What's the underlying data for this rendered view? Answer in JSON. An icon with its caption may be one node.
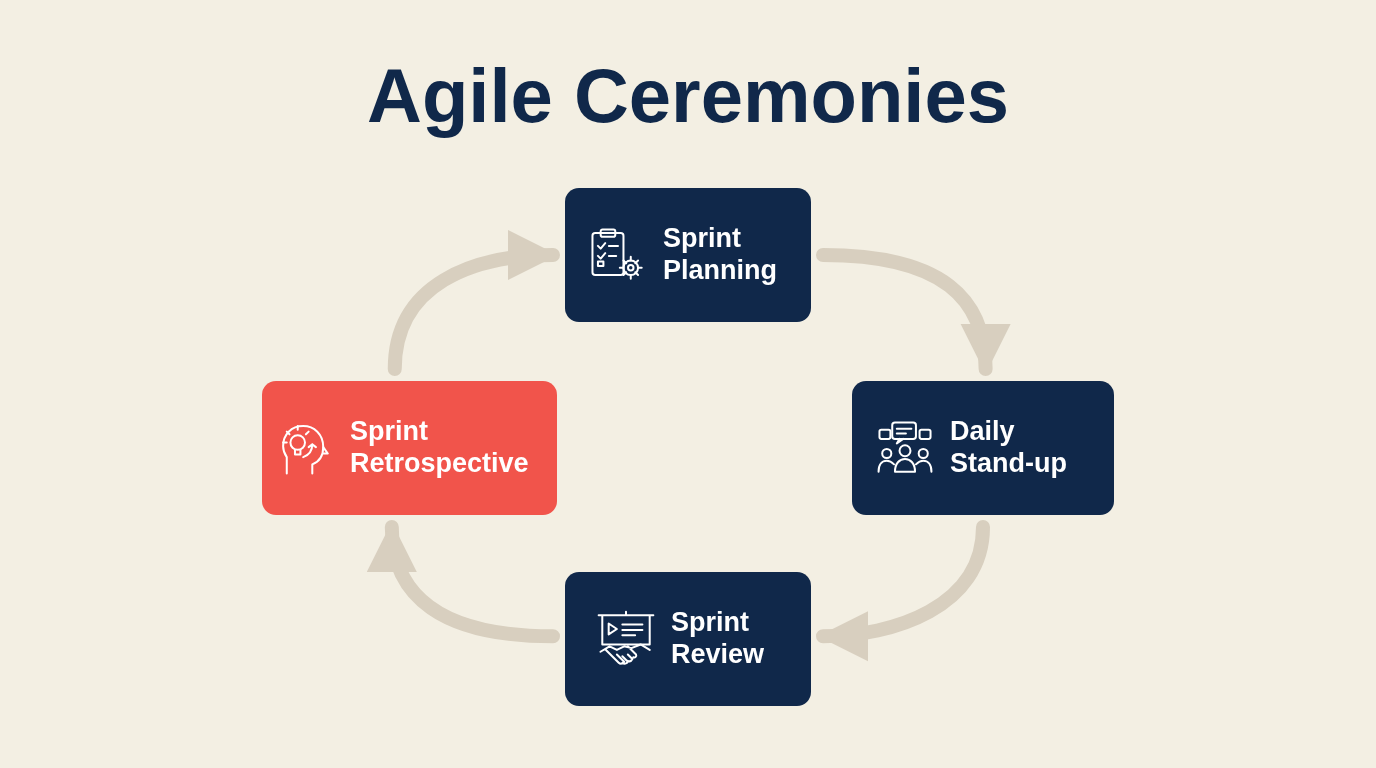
{
  "diagram": {
    "title": "Agile Ceremonies",
    "nodes": [
      {
        "text": [
          "Sprint Planning"
        ]
      },
      {
        "text": [
          "Daily Stand-up"
        ]
      },
      {
        "text": [
          "Sprint Review"
        ]
      },
      {
        "text": [
          "Sprint Retrospective"
        ]
      }
    ],
    "edges": [
      {
        "from": 0,
        "to": 1,
        "arrow": "to"
      },
      {
        "from": 1,
        "to": 2,
        "arrow": "to"
      },
      {
        "from": 2,
        "to": 3,
        "arrow": "to"
      },
      {
        "from": 3,
        "to": 0,
        "arrow": "to"
      }
    ]
  }
}
